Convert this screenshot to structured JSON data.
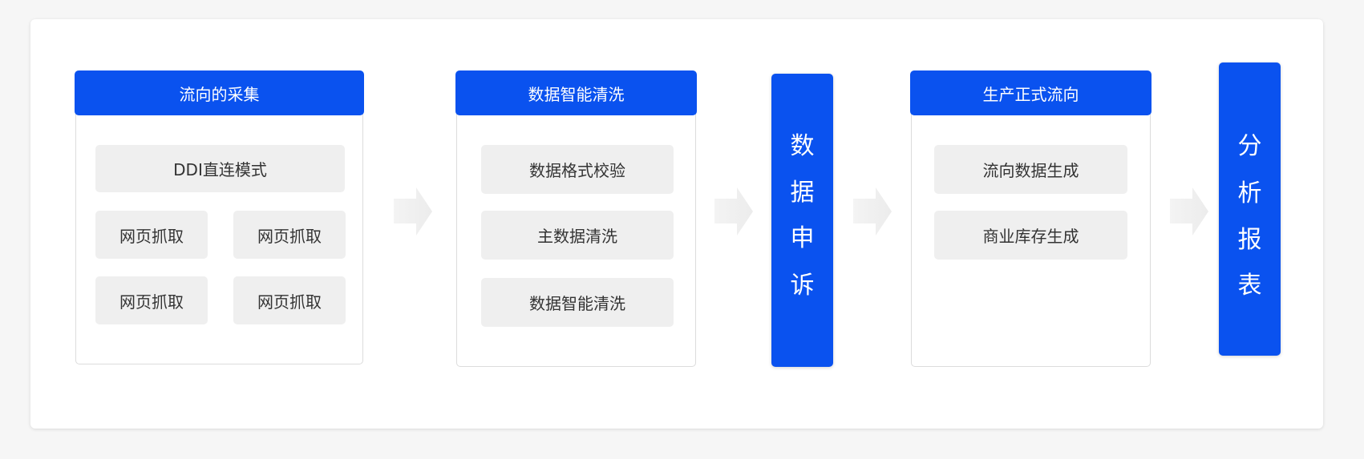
{
  "diagram": {
    "stages": [
      {
        "title": "流向的采集",
        "items": [
          "DDI直连模式",
          "网页抓取",
          "网页抓取",
          "网页抓取",
          "网页抓取"
        ]
      },
      {
        "title": "数据智能清洗",
        "items": [
          "数据格式校验",
          "主数据清洗",
          "数据智能清洗"
        ]
      },
      {
        "title": "数据申诉",
        "chars": [
          "数",
          "据",
          "申",
          "诉"
        ]
      },
      {
        "title": "生产正式流向",
        "items": [
          "流向数据生成",
          "商业库存生成"
        ]
      },
      {
        "title": "分析报表",
        "chars": [
          "分",
          "析",
          "报",
          "表"
        ]
      }
    ],
    "colors": {
      "accent": "#0a52ef",
      "item_bg": "#efefef",
      "arrow": "#ececec",
      "text": "#333333"
    }
  }
}
